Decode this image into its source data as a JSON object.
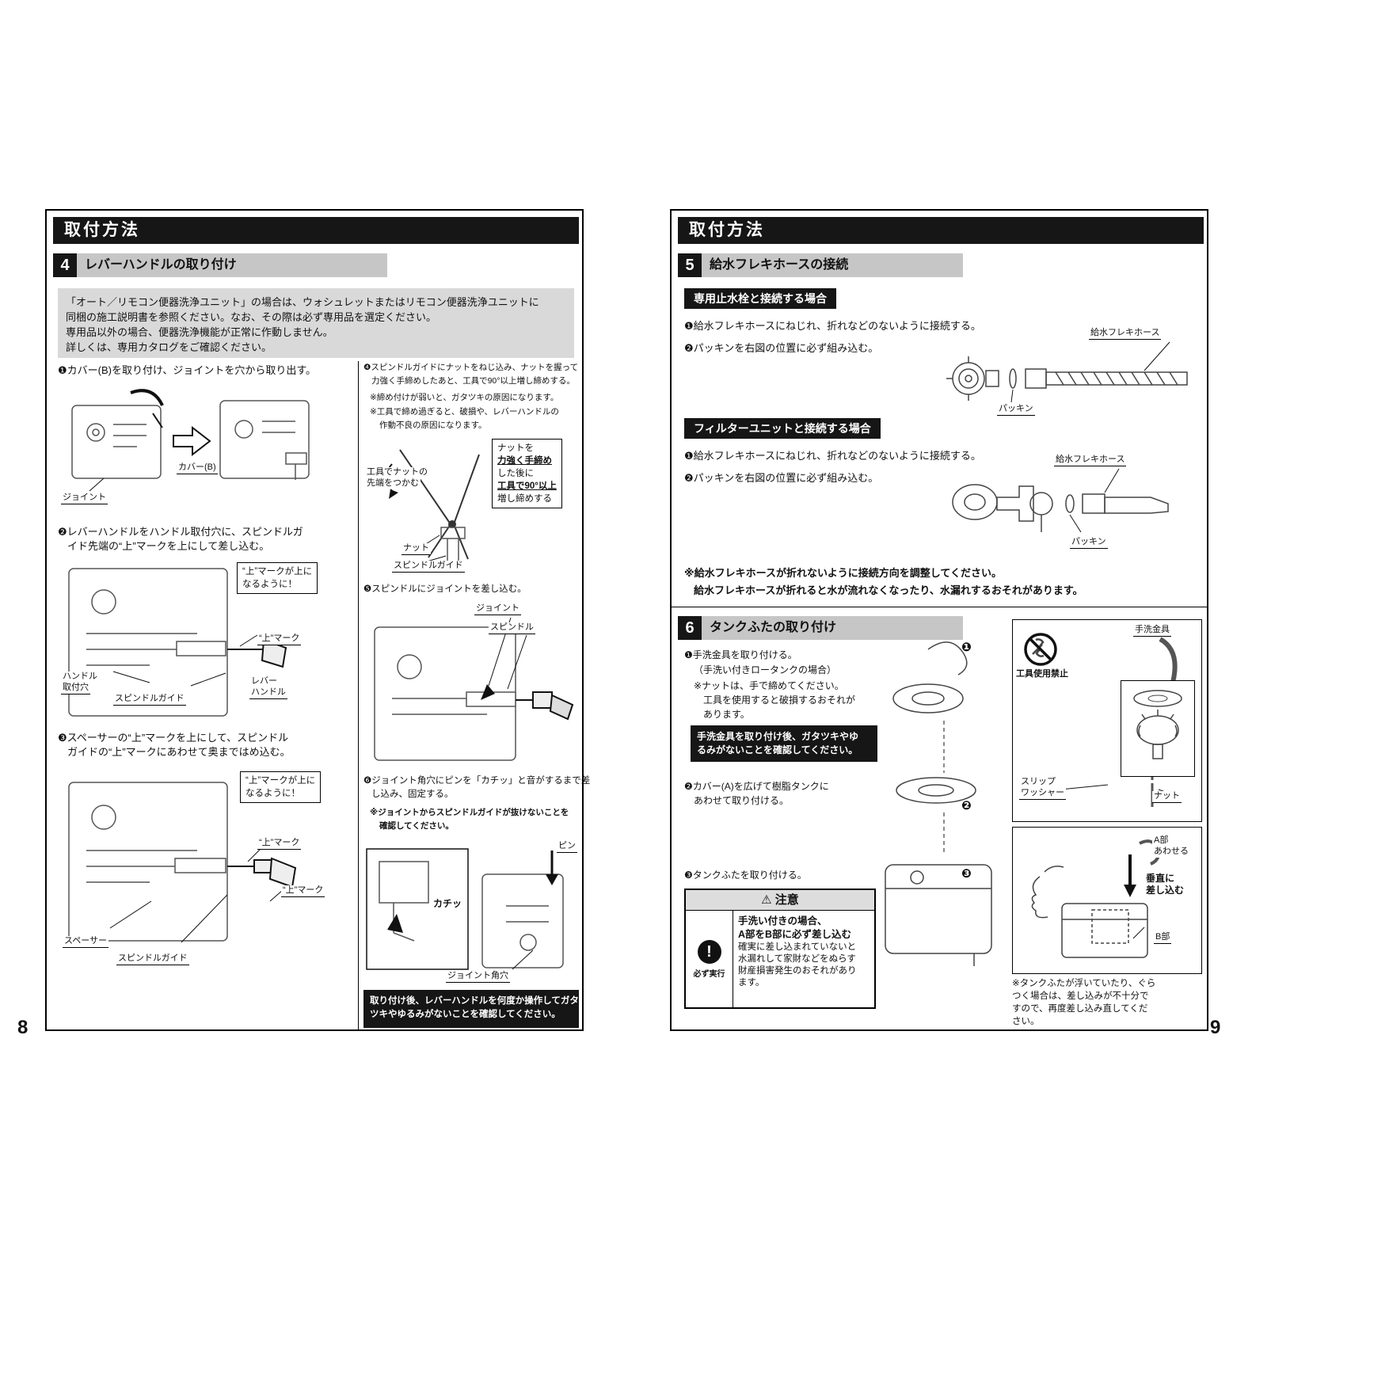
{
  "left": {
    "page_number": "8",
    "header": "取付方法",
    "section": {
      "number": "4",
      "title": "レバーハンドルの取り付け"
    },
    "note": [
      "「オート／リモコン便器洗浄ユニット」の場合は、ウォシュレットまたはリモコン便器洗浄ユニットに",
      "同梱の施工説明書を参照ください。なお、その際は必ず専用品を選定ください。",
      "専用品以外の場合、便器洗浄機能が正常に作動しません。",
      "詳しくは、専用カタログをご確認ください。"
    ],
    "steps": {
      "s1": "❶カバー(B)を取り付け、ジョイントを穴から取り出す。",
      "s2a": "❷レバーハンドルをハンドル取付穴に、スピンドルガ",
      "s2b": "イド先端の“上”マークを上にして差し込む。",
      "s3a": "❸スペーサーの“上”マークを上にして、スピンドル",
      "s3b": "ガイドの“上”マークにあわせて奥まではめ込む。",
      "s4a": "❹スピンドルガイドにナットをねじ込み、ナットを握って",
      "s4b": "力強く手締めしたあと、工具で90°以上増し締めする。",
      "s4n1": "※締め付けが弱いと、ガタツキの原因になります。",
      "s4n2a": "※工具で締め過ぎると、破損や、レバーハンドルの",
      "s4n2b": "作動不良の原因になります。",
      "s5": "❺スピンドルにジョイントを差し込む。",
      "s6a": "❻ジョイント角穴にピンを「カチッ」と音がするまで差",
      "s6b": "し込み、固定する。",
      "s6n1": "※ジョイントからスピンドルガイドが抜けないことを",
      "s6n2": "確認してください。"
    },
    "d1": {
      "cover": "カバー(B)",
      "joint": "ジョイント"
    },
    "d2": {
      "callout1": "“上”マークが上に",
      "callout2": "なるように！",
      "mark": "“上”マーク",
      "hole1": "ハンドル",
      "hole2": "取付穴",
      "guide": "スピンドルガイド",
      "lever1": "レバー",
      "lever2": "ハンドル"
    },
    "d3": {
      "callout1": "“上”マークが上に",
      "callout2": "なるように！",
      "mark1": "“上”マーク",
      "mark2": "“上”マーク",
      "spacer": "スペーサー",
      "guide": "スピンドルガイド"
    },
    "d4": {
      "tool1": "工具でナットの",
      "tool2": "先端をつかむ",
      "box1": "ナットを",
      "box2": "力強く手締め",
      "box3": "した後に",
      "box4": "工具で90°以上",
      "box5": "増し締めする",
      "nut": "ナット",
      "guide": "スピンドルガイド"
    },
    "d5": {
      "joint": "ジョイント",
      "spindle": "スピンドル"
    },
    "d6": {
      "pin": "ピン",
      "click": "カチッ",
      "hole": "ジョイント角穴"
    },
    "footer1": "取り付け後、レバーハンドルを何度か操作してガタ",
    "footer2": "ツキやゆるみがないことを確認してください。"
  },
  "right": {
    "page_number": "9",
    "header": "取付方法",
    "section5": {
      "number": "5",
      "title": "給水フレキホースの接続"
    },
    "sub1": {
      "title": "専用止水栓と接続する場合",
      "step1": "❶給水フレキホースにねじれ、折れなどのないように接続する。",
      "step2": "❷パッキンを右図の位置に必ず組み込む。",
      "hose": "給水フレキホース",
      "packing": "パッキン"
    },
    "sub2": {
      "title": "フィルターユニットと接続する場合",
      "step1": "❶給水フレキホースにねじれ、折れなどのないように接続する。",
      "step2": "❷パッキンを右図の位置に必ず組み込む。",
      "hose": "給水フレキホース",
      "packing": "パッキン"
    },
    "warn1": "※給水フレキホースが折れないように接続方向を調整してください。",
    "warn2": "給水フレキホースが折れると水が流れなくなったり、水漏れするおそれがあります。",
    "section6": {
      "number": "6",
      "title": "タンクふたの取り付け"
    },
    "s6": {
      "step1": "❶手洗金具を取り付ける。",
      "step1b": "（手洗い付きロータンクの場合）",
      "step1c": "※ナットは、手で締めてください。",
      "step1d": "工具を使用すると破損するおそれが",
      "step1e": "あります。",
      "black1": "手洗金具を取り付け後、ガタツキやゆ",
      "black2": "るみがないことを確認してください。",
      "step2a": "❷カバー(A)を広げて樹脂タンクに",
      "step2b": "あわせて取り付ける。",
      "step3": "❸タンクふたを取り付ける。",
      "note1": "※タンクふたが浮いていたり、ぐら",
      "note2": "つく場合は、差し込みが不十分で",
      "note3": "すので、再度差し込み直してくだ",
      "note4": "さい。"
    },
    "caution": {
      "icon": "⚠",
      "title": "注意",
      "excl": "!",
      "do": "必ず実行",
      "bold1": "手洗い付きの場合、",
      "bold2": "A部をB部に必ず差し込む",
      "t1": "確実に差し込まれていないと",
      "t2": "水漏れして家財などをぬらす",
      "t3": "財産損害発生のおそれがあり",
      "t4": "ます。"
    },
    "d9": {
      "fitting": "手洗金具",
      "notool": "工具使用禁止",
      "slip1": "スリップ",
      "slip2": "ワッシャー",
      "nut": "ナット",
      "m1": "❶",
      "m2": "❷",
      "m3": "❸"
    },
    "d10": {
      "a1": "A部",
      "a2": "あわせる",
      "v1": "垂直に",
      "v2": "差し込む",
      "b": "B部"
    }
  }
}
